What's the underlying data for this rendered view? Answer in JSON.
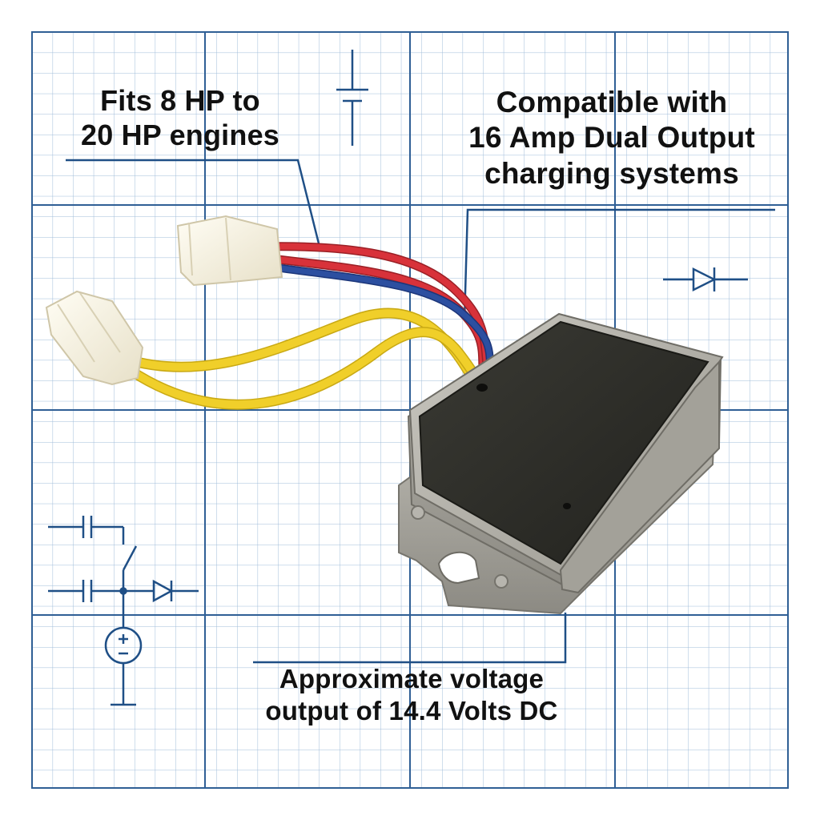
{
  "callouts": {
    "hp_range": {
      "line1": "Fits 8 HP to",
      "line2": "20 HP engines"
    },
    "compatibility": {
      "line1": "Compatible with",
      "line2": "16 Amp Dual Output",
      "line3": "charging systems"
    },
    "voltage": {
      "line1": "Approximate voltage",
      "line2": "output of 14.4 Volts DC"
    }
  },
  "colors": {
    "grid_major": "#2f5f95",
    "grid_minor": "#9fbcd9",
    "leader_line": "#1f4f86",
    "wire_red": "#d8323a",
    "wire_blue": "#2c4fa0",
    "wire_yellow": "#f0cf2a",
    "connector": "#f7f2e2",
    "potting": "#2b2b26",
    "housing": "#a9a7a0"
  },
  "icons": {
    "battery_symbol": "battery-cell-icon",
    "diode_symbol": "diode-icon",
    "capacitor_symbol": "capacitor-icon",
    "switch_symbol": "switch-icon",
    "dc_source_symbol": "dc-source-icon"
  }
}
